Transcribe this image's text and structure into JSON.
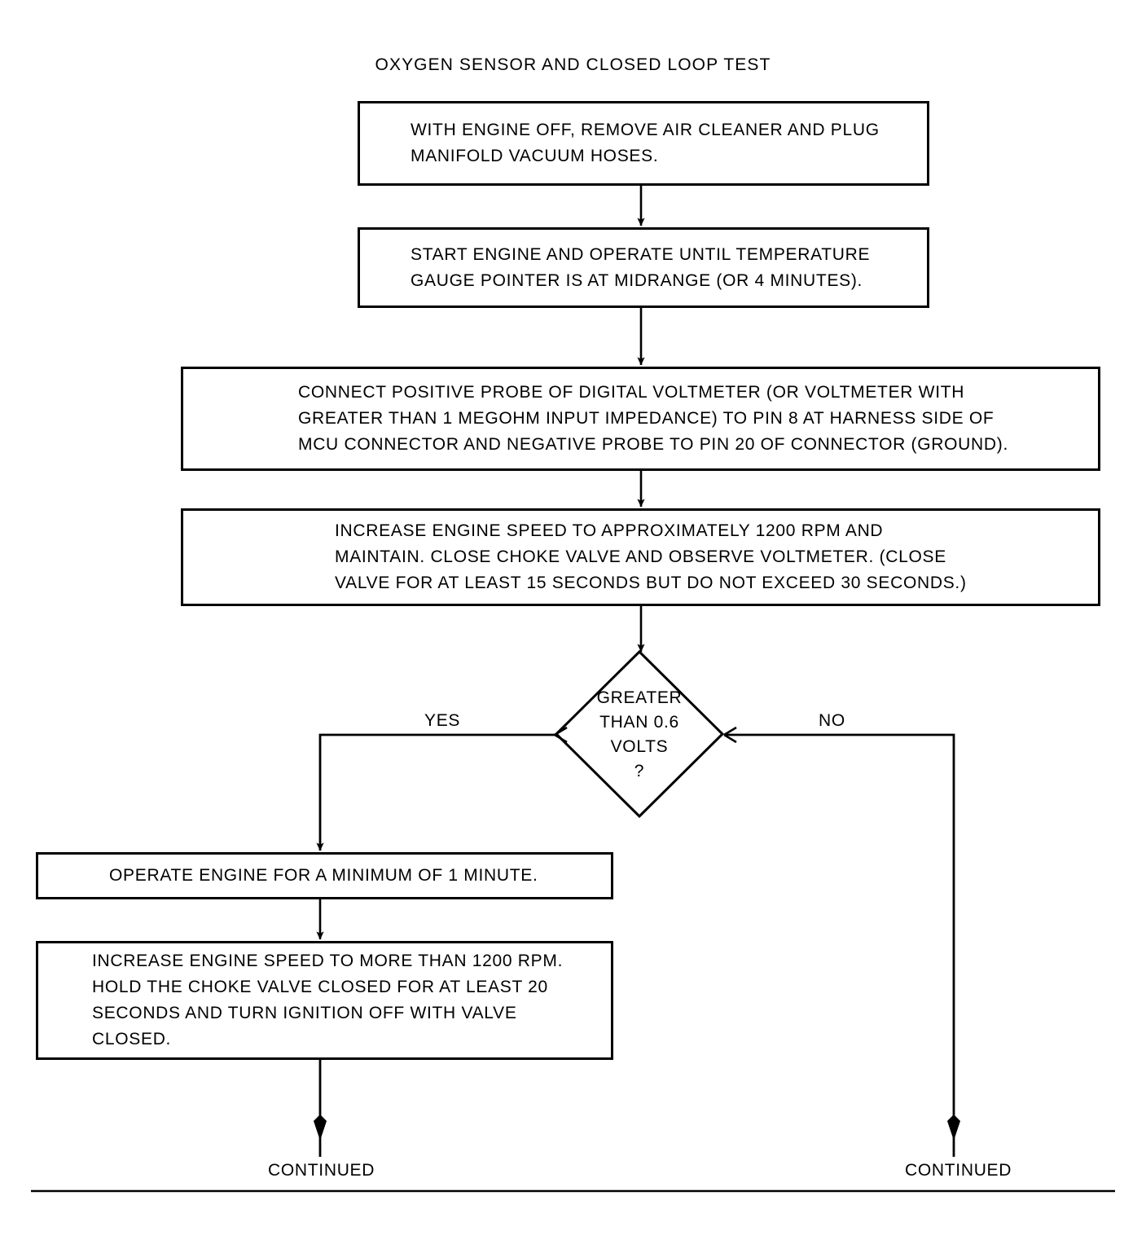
{
  "chart_data": {
    "type": "diagram",
    "diagram_kind": "flowchart",
    "title": "OXYGEN SENSOR AND CLOSED LOOP TEST",
    "orientation": "top-to-bottom",
    "nodes": [
      {
        "id": "n1",
        "shape": "process",
        "text": "WITH ENGINE OFF, REMOVE AIR CLEANER AND PLUG\nMANIFOLD VACUUM HOSES."
      },
      {
        "id": "n2",
        "shape": "process",
        "text": "START ENGINE AND OPERATE UNTIL TEMPERATURE\nGAUGE POINTER IS AT MIDRANGE (OR 4 MINUTES)."
      },
      {
        "id": "n3",
        "shape": "process",
        "text": "CONNECT POSITIVE PROBE OF DIGITAL VOLTMETER (OR VOLTMETER WITH\nGREATER THAN 1 MEGOHM INPUT IMPEDANCE) TO PIN 8 AT HARNESS SIDE OF\nMCU CONNECTOR AND NEGATIVE PROBE TO PIN 20 OF CONNECTOR (GROUND)."
      },
      {
        "id": "n4",
        "shape": "process",
        "text": "INCREASE ENGINE SPEED TO APPROXIMATELY 1200 RPM AND\nMAINTAIN. CLOSE CHOKE VALVE AND OBSERVE VOLTMETER. (CLOSE\nVALVE FOR AT LEAST 15 SECONDS BUT DO NOT EXCEED 30 SECONDS.)"
      },
      {
        "id": "d1",
        "shape": "decision",
        "text": "GREATER\nTHAN 0.6\nVOLTS\n?"
      },
      {
        "id": "n5",
        "shape": "process",
        "text": "OPERATE ENGINE FOR A MINIMUM OF 1 MINUTE."
      },
      {
        "id": "n6",
        "shape": "process",
        "text": "INCREASE ENGINE SPEED TO MORE THAN 1200 RPM.\nHOLD THE CHOKE VALVE CLOSED FOR AT LEAST 20\nSECONDS AND TURN IGNITION OFF WITH VALVE\nCLOSED."
      },
      {
        "id": "t1",
        "shape": "terminal",
        "text": "CONTINUED"
      },
      {
        "id": "t2",
        "shape": "terminal",
        "text": "CONTINUED"
      }
    ],
    "edges": [
      {
        "from": "n1",
        "to": "n2",
        "label": ""
      },
      {
        "from": "n2",
        "to": "n3",
        "label": ""
      },
      {
        "from": "n3",
        "to": "n4",
        "label": ""
      },
      {
        "from": "n4",
        "to": "d1",
        "label": ""
      },
      {
        "from": "d1",
        "to": "n5",
        "label": "YES"
      },
      {
        "from": "d1",
        "to": "t2",
        "label": "NO"
      },
      {
        "from": "n5",
        "to": "n6",
        "label": ""
      },
      {
        "from": "n6",
        "to": "t1",
        "label": ""
      }
    ],
    "colors": {
      "stroke": "#000000",
      "fill": "#ffffff",
      "text": "#000000"
    }
  },
  "title": "OXYGEN SENSOR AND CLOSED LOOP TEST",
  "boxes": {
    "step1": "WITH ENGINE OFF, REMOVE AIR CLEANER AND PLUG\nMANIFOLD VACUUM HOSES.",
    "step2": "START ENGINE AND OPERATE UNTIL TEMPERATURE\nGAUGE POINTER IS AT MIDRANGE (OR 4 MINUTES).",
    "step3": "CONNECT POSITIVE PROBE OF DIGITAL VOLTMETER (OR VOLTMETER WITH\nGREATER THAN 1 MEGOHM INPUT IMPEDANCE) TO PIN 8 AT HARNESS SIDE OF\nMCU CONNECTOR AND NEGATIVE PROBE TO PIN 20 OF CONNECTOR (GROUND).",
    "step4": "INCREASE ENGINE SPEED TO APPROXIMATELY 1200 RPM AND\nMAINTAIN. CLOSE CHOKE VALVE AND OBSERVE VOLTMETER. (CLOSE\nVALVE FOR AT LEAST 15 SECONDS BUT DO NOT EXCEED 30 SECONDS.)",
    "step5": "OPERATE ENGINE FOR A MINIMUM OF 1 MINUTE.",
    "step6": "INCREASE ENGINE SPEED TO MORE THAN 1200 RPM.\nHOLD THE CHOKE VALVE CLOSED FOR AT LEAST 20\nSECONDS AND TURN IGNITION OFF WITH VALVE\nCLOSED."
  },
  "decision": {
    "text": "GREATER\nTHAN 0.6\nVOLTS\n?",
    "threshold_volts": 0.6,
    "yes_label": "YES",
    "no_label": "NO"
  },
  "terminals": {
    "left": "CONTINUED",
    "right": "CONTINUED"
  }
}
